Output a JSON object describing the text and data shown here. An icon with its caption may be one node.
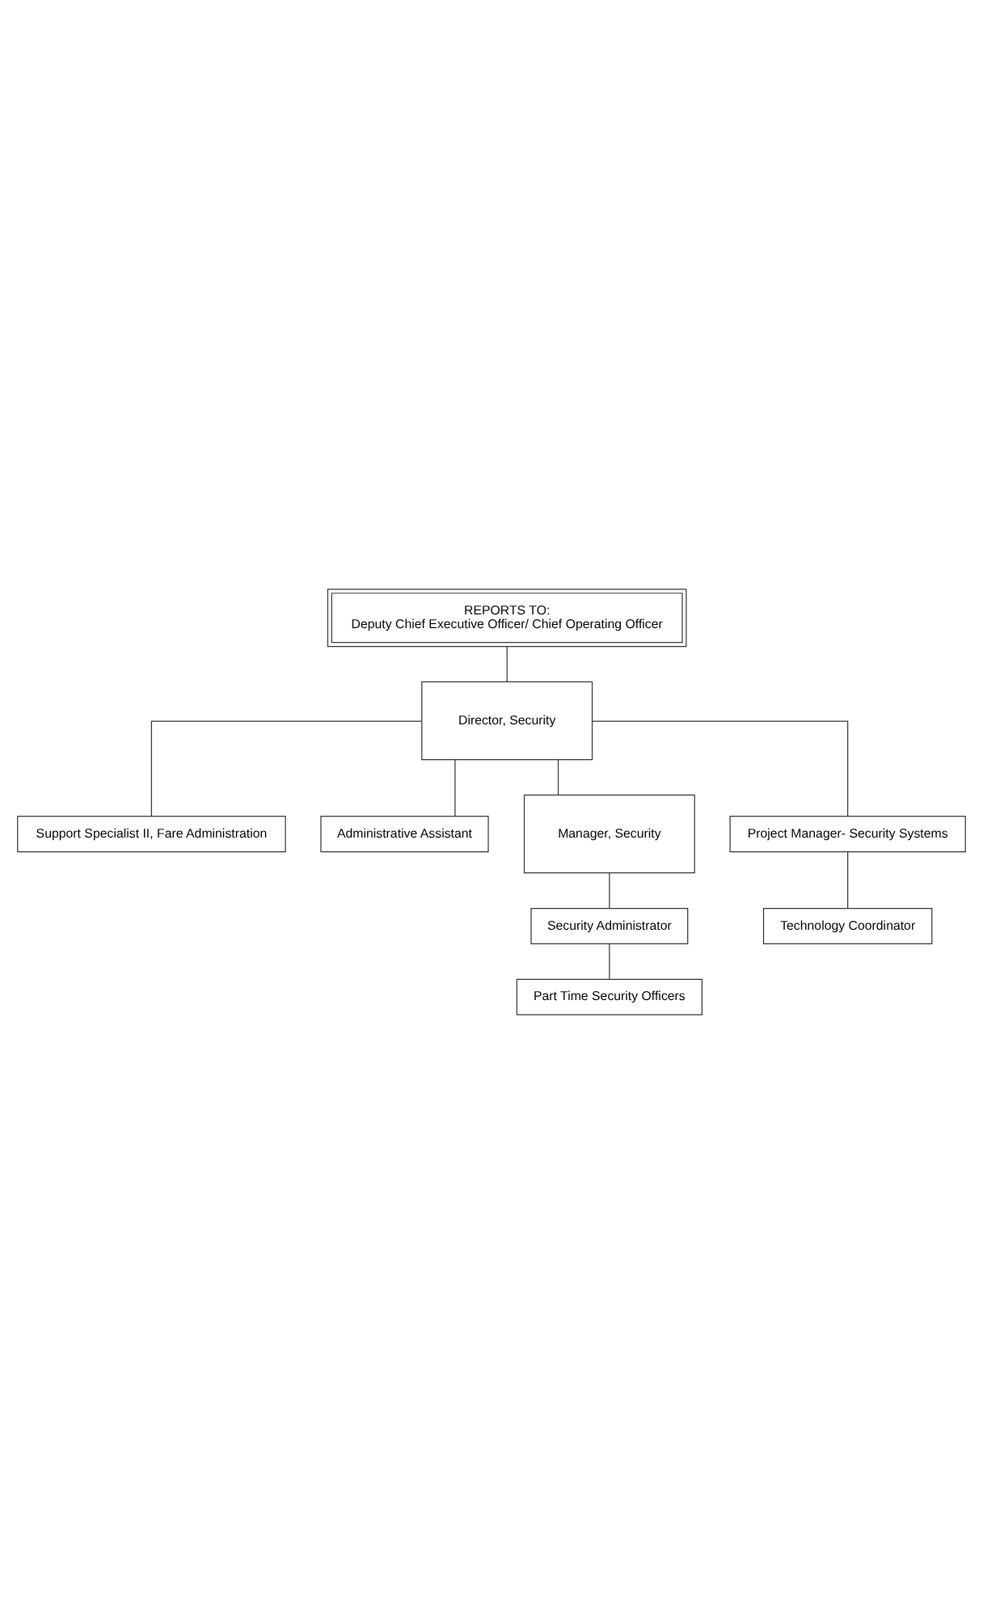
{
  "diagram": {
    "nodes": [
      {
        "text": [
          "REPORTS TO:",
          "Deputy Chief Executive Officer/ Chief Operating Officer"
        ]
      },
      {
        "text": [
          "Director, Security"
        ]
      },
      {
        "text": [
          "Support Specialist II, Fare Administration"
        ]
      },
      {
        "text": [
          "Administrative Assistant"
        ]
      },
      {
        "text": [
          "Manager, Security"
        ]
      },
      {
        "text": [
          "Project Manager- Security Systems"
        ]
      },
      {
        "text": [
          "Security Administrator"
        ]
      },
      {
        "text": [
          "Technology Coordinator"
        ]
      },
      {
        "text": [
          "Part Time Security Officers"
        ]
      }
    ],
    "edges": [
      {
        "from": 0,
        "to": 1,
        "arrow": "none"
      },
      {
        "from": 1,
        "to": 2,
        "arrow": "none"
      },
      {
        "from": 1,
        "to": 3,
        "arrow": "none"
      },
      {
        "from": 1,
        "to": 4,
        "arrow": "none"
      },
      {
        "from": 1,
        "to": 5,
        "arrow": "none"
      },
      {
        "from": 4,
        "to": 6,
        "arrow": "none"
      },
      {
        "from": 5,
        "to": 7,
        "arrow": "none"
      },
      {
        "from": 6,
        "to": 8,
        "arrow": "none"
      }
    ]
  }
}
